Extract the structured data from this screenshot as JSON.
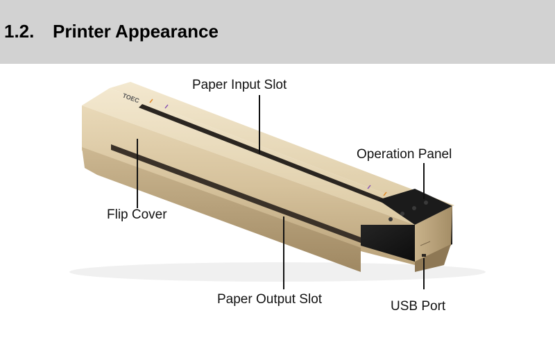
{
  "header": {
    "section_number": "1.2.",
    "title": "Printer Appearance"
  },
  "printer": {
    "brand_mark": "TOEC",
    "colors": {
      "body": "#d4c09a",
      "body_light": "#efe2c6",
      "body_dark": "#a8916a",
      "panel": "#141414",
      "slot": "#2a2520",
      "accent_orange": "#e08a2a",
      "accent_purple": "#8c5ab4"
    }
  },
  "labels": {
    "paper_input_slot": "Paper Input Slot",
    "operation_panel": "Operation Panel",
    "flip_cover": "Flip Cover",
    "paper_output_slot": "Paper Output Slot",
    "usb_port": "USB Port"
  }
}
